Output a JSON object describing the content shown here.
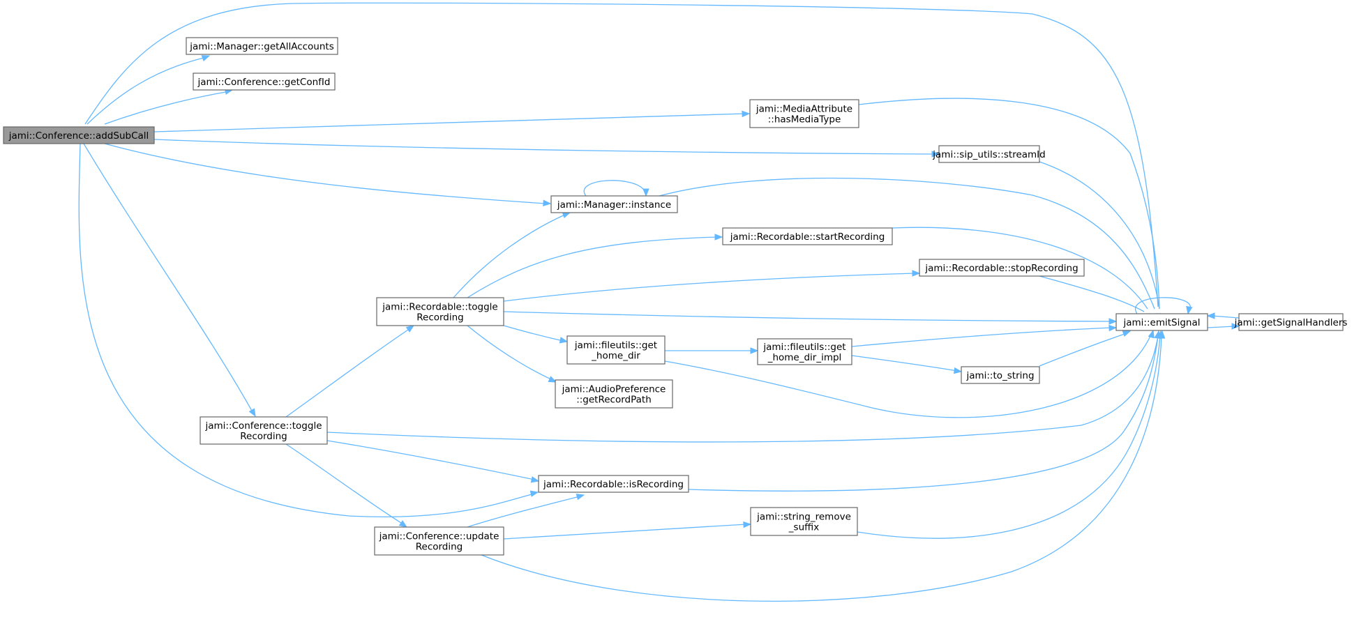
{
  "diagram": {
    "colors": {
      "edge": "#63b8ff",
      "node_border": "#666666",
      "root_fill": "#999999",
      "node_fill": "#ffffff"
    },
    "nodes": {
      "addSubCall": {
        "lines": [
          "jami::Conference::addSubCall"
        ],
        "root": true
      },
      "getAllAccounts": {
        "lines": [
          "jami::Manager::getAllAccounts"
        ]
      },
      "getConfId": {
        "lines": [
          "jami::Conference::getConfId"
        ]
      },
      "hasMediaType": {
        "lines": [
          "jami::MediaAttribute",
          "::hasMediaType"
        ]
      },
      "streamId": {
        "lines": [
          "jami::sip_utils::streamId"
        ]
      },
      "instance": {
        "lines": [
          "jami::Manager::instance"
        ]
      },
      "startRecording": {
        "lines": [
          "jami::Recordable::startRecording"
        ]
      },
      "stopRecording": {
        "lines": [
          "jami::Recordable::stopRecording"
        ]
      },
      "recToggle": {
        "lines": [
          "jami::Recordable::toggle",
          "Recording"
        ]
      },
      "emitSignal": {
        "lines": [
          "jami::emitSignal"
        ]
      },
      "getSignalHandlers": {
        "lines": [
          "jami::getSignalHandlers"
        ]
      },
      "getHomeDir": {
        "lines": [
          "jami::fileutils::get",
          "_home_dir"
        ]
      },
      "getHomeDirImpl": {
        "lines": [
          "jami::fileutils::get",
          "_home_dir_impl"
        ]
      },
      "toString": {
        "lines": [
          "jami::to_string"
        ]
      },
      "getRecordPath": {
        "lines": [
          "jami::AudioPreference",
          "::getRecordPath"
        ]
      },
      "confToggle": {
        "lines": [
          "jami::Conference::toggle",
          "Recording"
        ]
      },
      "isRecording": {
        "lines": [
          "jami::Recordable::isRecording"
        ]
      },
      "stringRemoveSuffix": {
        "lines": [
          "jami::string_remove",
          "_suffix"
        ]
      },
      "updateRecording": {
        "lines": [
          "jami::Conference::update",
          "Recording"
        ]
      }
    },
    "edges": [
      [
        "addSubCall",
        "emitSignal"
      ],
      [
        "addSubCall",
        "getAllAccounts"
      ],
      [
        "addSubCall",
        "getConfId"
      ],
      [
        "addSubCall",
        "hasMediaType"
      ],
      [
        "addSubCall",
        "streamId"
      ],
      [
        "addSubCall",
        "instance"
      ],
      [
        "addSubCall",
        "confToggle"
      ],
      [
        "addSubCall",
        "isRecording"
      ],
      [
        "hasMediaType",
        "emitSignal"
      ],
      [
        "streamId",
        "emitSignal"
      ],
      [
        "instance",
        "instance"
      ],
      [
        "instance",
        "emitSignal"
      ],
      [
        "startRecording",
        "emitSignal"
      ],
      [
        "stopRecording",
        "emitSignal"
      ],
      [
        "recToggle",
        "instance"
      ],
      [
        "recToggle",
        "startRecording"
      ],
      [
        "recToggle",
        "stopRecording"
      ],
      [
        "recToggle",
        "emitSignal"
      ],
      [
        "recToggle",
        "getHomeDir"
      ],
      [
        "recToggle",
        "getRecordPath"
      ],
      [
        "emitSignal",
        "emitSignal"
      ],
      [
        "emitSignal",
        "getSignalHandlers"
      ],
      [
        "getSignalHandlers",
        "emitSignal"
      ],
      [
        "getHomeDir",
        "getHomeDirImpl"
      ],
      [
        "getHomeDir",
        "emitSignal"
      ],
      [
        "getHomeDirImpl",
        "emitSignal"
      ],
      [
        "getHomeDirImpl",
        "toString"
      ],
      [
        "toString",
        "emitSignal"
      ],
      [
        "confToggle",
        "recToggle"
      ],
      [
        "confToggle",
        "emitSignal"
      ],
      [
        "confToggle",
        "isRecording"
      ],
      [
        "confToggle",
        "updateRecording"
      ],
      [
        "isRecording",
        "emitSignal"
      ],
      [
        "updateRecording",
        "isRecording"
      ],
      [
        "updateRecording",
        "stringRemoveSuffix"
      ],
      [
        "updateRecording",
        "emitSignal"
      ],
      [
        "stringRemoveSuffix",
        "emitSignal"
      ]
    ]
  }
}
